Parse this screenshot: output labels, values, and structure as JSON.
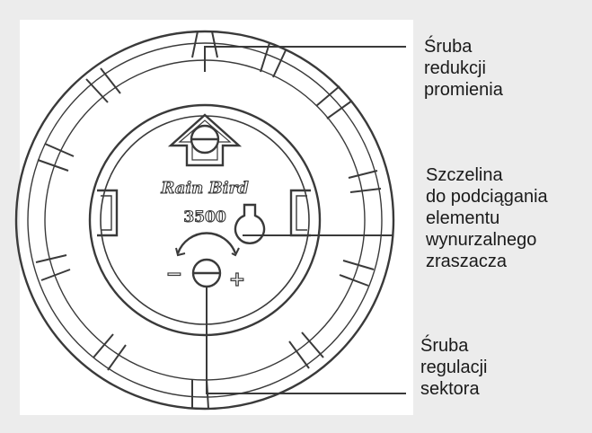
{
  "diagram": {
    "logo_text": "Rain Bird",
    "model_number": "3500",
    "minus_sign": "−",
    "plus_sign": "+",
    "labels": [
      {
        "id": "radius-reduction-screw",
        "lines": [
          "Śruba",
          "redukcji",
          "promienia"
        ]
      },
      {
        "id": "pull-up-slot",
        "lines": [
          "Szczelina",
          "do podciągania",
          "elementu",
          "wynurzalnego",
          "zraszacza"
        ]
      },
      {
        "id": "arc-adjustment-screw",
        "lines": [
          "Śruba",
          "regulacji",
          "sektora"
        ]
      }
    ]
  }
}
